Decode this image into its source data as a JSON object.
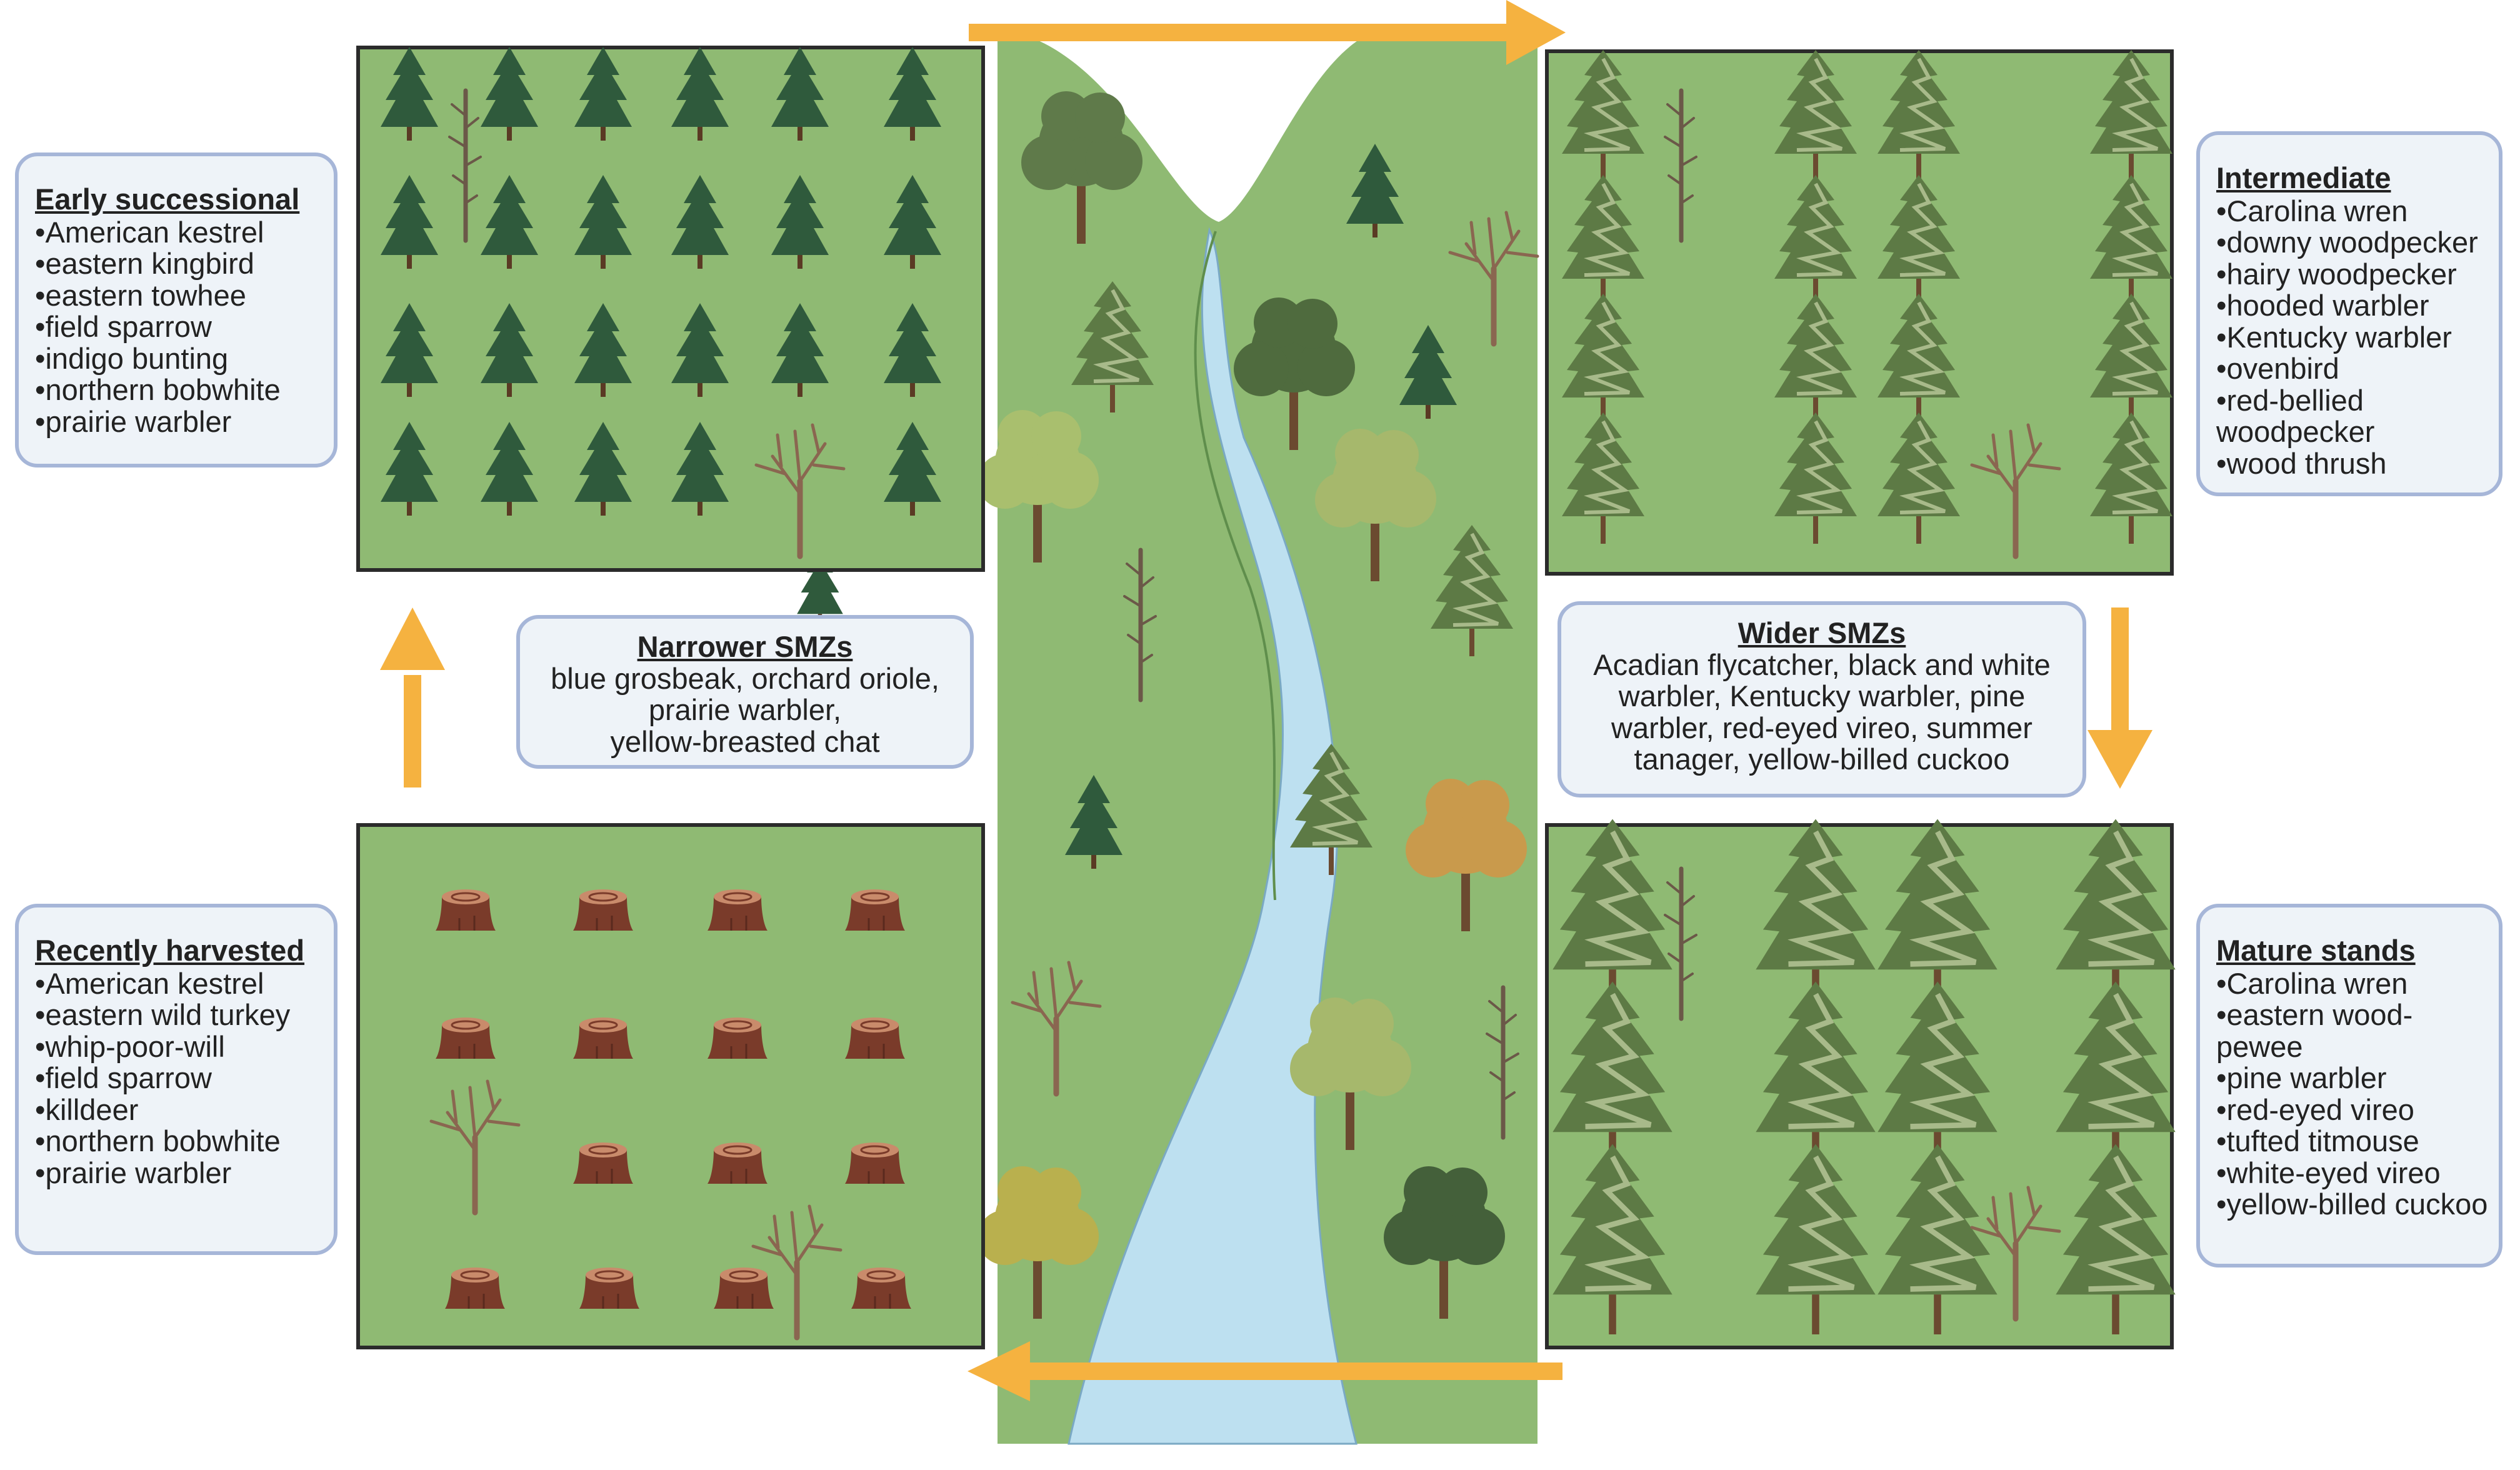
{
  "colors": {
    "grass": "#8fba73",
    "panel_border": "#2b2b2b",
    "river": "#bde0f0",
    "arrow": "#f5b240",
    "stump": "#7a3b2a",
    "conifer_dark": "#2f5a3c",
    "box_fill": "#eef3f8",
    "box_border": "#a6b6d8"
  },
  "icons": [
    "conifer-tree-icon",
    "pine-tree-icon",
    "deciduous-tree-icon",
    "bare-tree-icon",
    "dead-snag-icon",
    "tree-stump-icon",
    "river-icon",
    "cycle-arrow-icon"
  ],
  "stages": {
    "early": {
      "title": "Early successional",
      "species": [
        "American kestrel",
        "eastern kingbird",
        "eastern towhee",
        "field sparrow",
        "indigo bunting",
        "northern bobwhite",
        "prairie warbler"
      ]
    },
    "intermediate": {
      "title": "Intermediate",
      "species": [
        "Carolina wren",
        "downy woodpecker",
        "hairy woodpecker",
        "hooded warbler",
        "Kentucky warbler",
        "ovenbird",
        "red-bellied woodpecker",
        "wood thrush"
      ]
    },
    "harvested": {
      "title": "Recently harvested",
      "species": [
        "American kestrel",
        "eastern wild turkey",
        "whip-poor-will",
        "field sparrow",
        "killdeer",
        "northern bobwhite",
        "prairie warbler"
      ]
    },
    "mature": {
      "title": "Mature stands",
      "species": [
        "Carolina wren",
        "eastern wood-pewee",
        "pine warbler",
        "red-eyed vireo",
        "tufted titmouse",
        "white-eyed vireo",
        "yellow-billed cuckoo"
      ]
    }
  },
  "smz": {
    "narrower": {
      "title": "Narrower SMZs",
      "lines": [
        "blue grosbeak, orchard oriole,",
        "prairie warbler,",
        "yellow-breasted chat"
      ]
    },
    "wider": {
      "title": "Wider SMZs",
      "lines": [
        "Acadian flycatcher, black and white",
        "warbler, Kentucky warbler, pine",
        "warbler, red-eyed vireo, summer",
        "tanager, yellow-billed cuckoo"
      ]
    }
  }
}
